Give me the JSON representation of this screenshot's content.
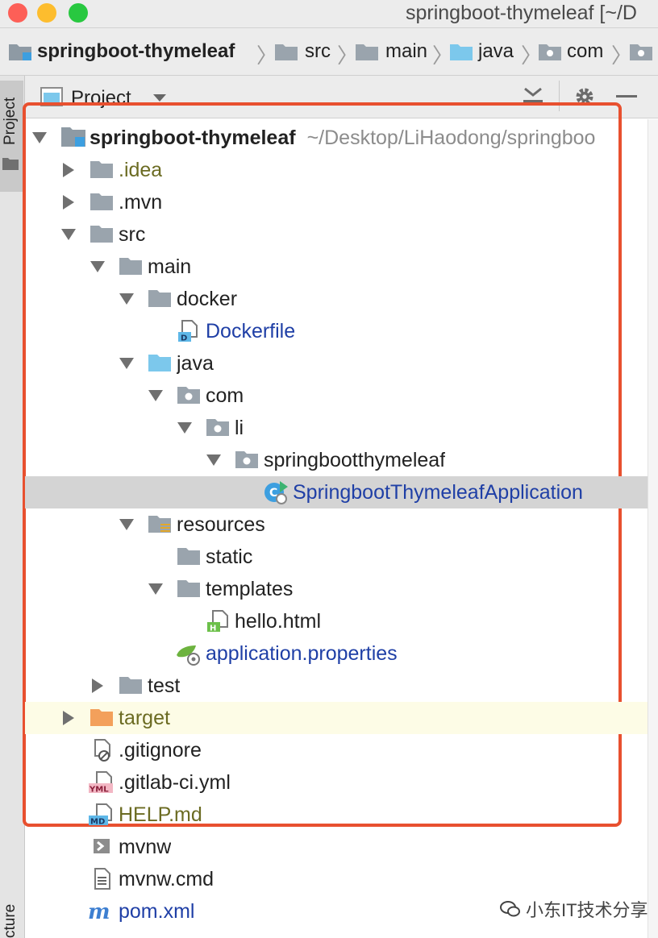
{
  "window": {
    "title": "springboot-thymeleaf [~/D",
    "traffic_lights": {
      "close": "#fd5f57",
      "minimize": "#fdbd2e",
      "zoom": "#28c840"
    }
  },
  "breadcrumb": [
    {
      "label": "springboot-thymeleaf",
      "icon": "module-folder-icon"
    },
    {
      "label": "src",
      "icon": "folder-icon"
    },
    {
      "label": "main",
      "icon": "folder-icon"
    },
    {
      "label": "java",
      "icon": "source-folder-icon"
    },
    {
      "label": "com",
      "icon": "package-icon"
    }
  ],
  "panel": {
    "title": "Project",
    "strip_label": "Project",
    "strip_bottom_label": "cture"
  },
  "tree": [
    {
      "label": "springboot-thymeleaf",
      "hint": "~/Desktop/LiHaodong/springboo",
      "icon": "module-icon",
      "arrow": "open",
      "color": "#222222",
      "bold": true
    },
    {
      "label": ".idea",
      "icon": "folder-icon",
      "arrow": "closed",
      "color": "#6b6b22"
    },
    {
      "label": ".mvn",
      "icon": "folder-icon",
      "arrow": "closed",
      "color": "#222222"
    },
    {
      "label": "src",
      "icon": "folder-icon",
      "arrow": "open",
      "color": "#222222"
    },
    {
      "label": "main",
      "icon": "folder-icon",
      "arrow": "open",
      "color": "#222222"
    },
    {
      "label": "docker",
      "icon": "folder-icon",
      "arrow": "open",
      "color": "#222222"
    },
    {
      "label": "Dockerfile",
      "icon": "dockerfile-icon",
      "arrow": "none",
      "color": "#1f3fa6"
    },
    {
      "label": "java",
      "icon": "source-folder-icon",
      "arrow": "open",
      "color": "#222222"
    },
    {
      "label": "com",
      "icon": "package-icon",
      "arrow": "open",
      "color": "#222222"
    },
    {
      "label": "li",
      "icon": "package-icon",
      "arrow": "open",
      "color": "#222222"
    },
    {
      "label": "springbootthymeleaf",
      "icon": "package-icon",
      "arrow": "open",
      "color": "#222222"
    },
    {
      "label": "SpringbootThymeleafApplication",
      "icon": "spring-class-icon",
      "arrow": "none",
      "color": "#1f3fa6",
      "selected": true
    },
    {
      "label": "resources",
      "icon": "resources-folder-icon",
      "arrow": "open",
      "color": "#222222"
    },
    {
      "label": "static",
      "icon": "folder-icon",
      "arrow": "none",
      "color": "#222222"
    },
    {
      "label": "templates",
      "icon": "folder-icon",
      "arrow": "open",
      "color": "#222222"
    },
    {
      "label": "hello.html",
      "icon": "html-file-icon",
      "arrow": "none",
      "color": "#222222"
    },
    {
      "label": "application.properties",
      "icon": "spring-properties-icon",
      "arrow": "none",
      "color": "#1f3fa6"
    },
    {
      "label": "test",
      "icon": "folder-icon",
      "arrow": "closed",
      "color": "#222222"
    },
    {
      "label": "target",
      "icon": "excluded-folder-icon",
      "arrow": "closed",
      "color": "#6b6b22",
      "excluded": true
    },
    {
      "label": ".gitignore",
      "icon": "ignore-file-icon",
      "arrow": "none",
      "color": "#222222"
    },
    {
      "label": ".gitlab-ci.yml",
      "icon": "yml-file-icon",
      "arrow": "none",
      "color": "#222222"
    },
    {
      "label": "HELP.md",
      "icon": "md-file-icon",
      "arrow": "none",
      "color": "#6b6b22"
    },
    {
      "label": "mvnw",
      "icon": "shell-file-icon",
      "arrow": "none",
      "color": "#222222"
    },
    {
      "label": "mvnw.cmd",
      "icon": "text-file-icon",
      "arrow": "none",
      "color": "#222222"
    },
    {
      "label": "pom.xml",
      "icon": "maven-icon",
      "arrow": "none",
      "color": "#1f3fa6"
    }
  ],
  "watermark": {
    "text": "小东IT技术分享"
  },
  "colors": {
    "highlight_box": "#e8502f",
    "selection": "#d4d4d4",
    "excluded_bg": "#fdfce6"
  }
}
